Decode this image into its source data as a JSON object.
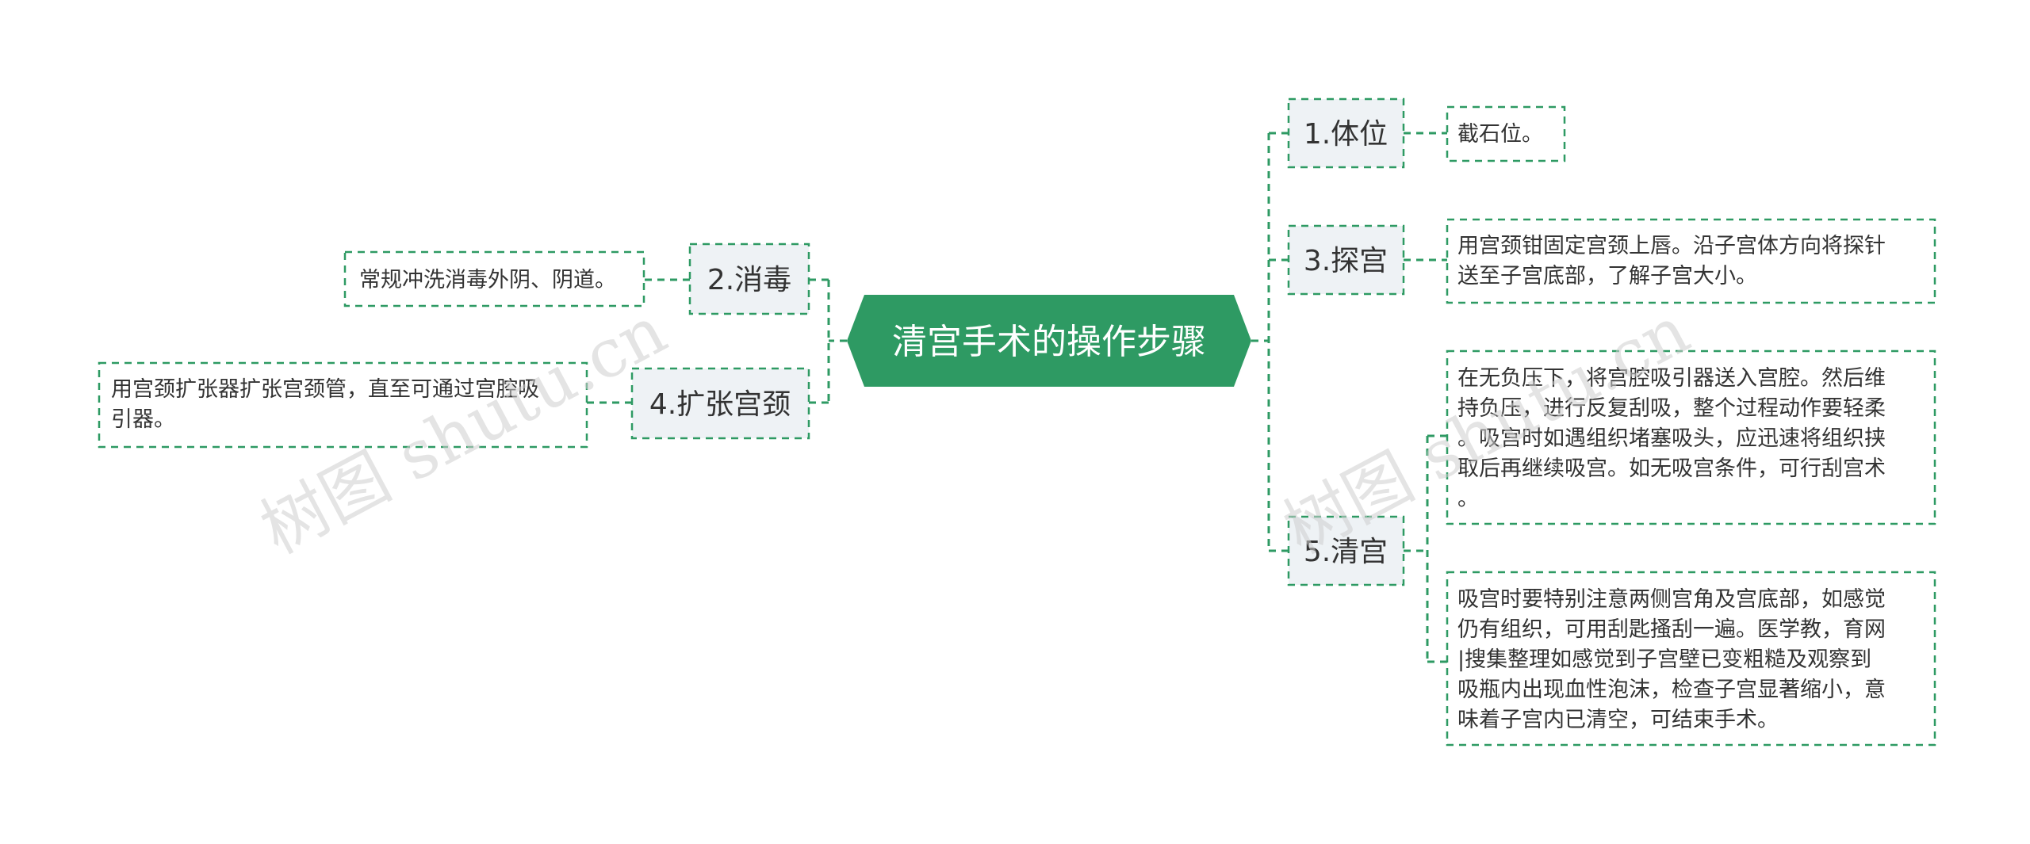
{
  "root": {
    "label": "清宫手术的操作步骤"
  },
  "branches": {
    "b1": {
      "label": "1.体位",
      "leaves": [
        {
          "lines": [
            "截石位。"
          ]
        }
      ]
    },
    "b2": {
      "label": "2.消毒",
      "leaves": [
        {
          "lines": [
            "常规冲洗消毒外阴、阴道。"
          ]
        }
      ]
    },
    "b3": {
      "label": "3.探宫",
      "leaves": [
        {
          "lines": [
            "用宫颈钳固定宫颈上唇。沿子宫体方向将探针",
            "送至子宫底部，了解子宫大小。"
          ]
        }
      ]
    },
    "b4": {
      "label": "4.扩张宫颈",
      "leaves": [
        {
          "lines": [
            "用宫颈扩张器扩张宫颈管，直至可通过宫腔吸",
            "引器。"
          ]
        }
      ]
    },
    "b5": {
      "label": "5.清宫",
      "leaves": [
        {
          "lines": [
            "在无负压下，将宫腔吸引器送入宫腔。然后维",
            "持负压，进行反复刮吸，整个过程动作要轻柔",
            "。吸宫时如遇组织堵塞吸头，应迅速将组织挟",
            "取后再继续吸宫。如无吸宫条件，可行刮宫术",
            "。"
          ]
        },
        {
          "lines": [
            "吸宫时要特别注意两侧宫角及宫底部，如感觉",
            "仍有组织，可用刮匙搔刮一遍。医学教，育网",
            "|搜集整理如感觉到子宫壁已变粗糙及观察到",
            "吸瓶内出现血性泡沫，检查子宫显著缩小，意",
            "味着子宫内已清空，可结束手术。"
          ]
        }
      ]
    }
  },
  "watermark": {
    "text": "树图 shutu.cn"
  },
  "colors": {
    "root_fill": "#2e9a63",
    "line": "#2e9a63",
    "branch_fill": "#eef2f5",
    "leaf_fill": "#ffffff",
    "text": "#333333"
  }
}
